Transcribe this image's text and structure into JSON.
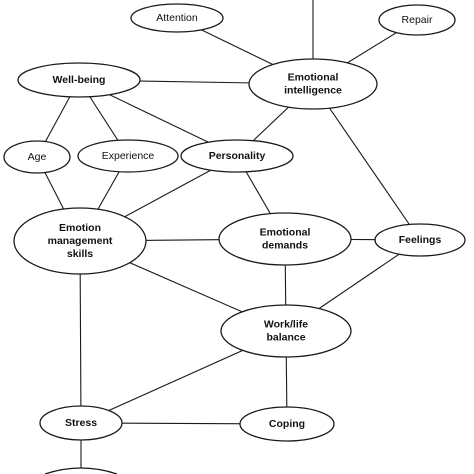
{
  "nodes": [
    {
      "id": "attention",
      "lines": [
        "Attention"
      ]
    },
    {
      "id": "repair",
      "lines": [
        "Repair"
      ]
    },
    {
      "id": "well_being",
      "lines": [
        "Well-being"
      ]
    },
    {
      "id": "emotional_intelligence",
      "lines": [
        "Emotional",
        "intelligence"
      ]
    },
    {
      "id": "age",
      "lines": [
        "Age"
      ]
    },
    {
      "id": "experience",
      "lines": [
        "Experience"
      ]
    },
    {
      "id": "personality",
      "lines": [
        "Personality"
      ]
    },
    {
      "id": "emotion_management_skills",
      "lines": [
        "Emotion",
        "management",
        "skills"
      ]
    },
    {
      "id": "emotional_demands",
      "lines": [
        "Emotional",
        "demands"
      ]
    },
    {
      "id": "feelings",
      "lines": [
        "Feelings"
      ]
    },
    {
      "id": "work_life_balance",
      "lines": [
        "Work/life",
        "balance"
      ]
    },
    {
      "id": "stress",
      "lines": [
        "Stress"
      ]
    },
    {
      "id": "coping",
      "lines": [
        "Coping"
      ]
    }
  ],
  "edges": [
    [
      "attention",
      "emotional_intelligence"
    ],
    [
      "repair",
      "emotional_intelligence"
    ],
    [
      "well_being",
      "emotional_intelligence"
    ],
    [
      "well_being",
      "age"
    ],
    [
      "well_being",
      "experience"
    ],
    [
      "well_being",
      "personality"
    ],
    [
      "emotional_intelligence",
      "personality"
    ],
    [
      "emotional_intelligence",
      "feelings"
    ],
    [
      "age",
      "emotion_management_skills"
    ],
    [
      "experience",
      "emotion_management_skills"
    ],
    [
      "personality",
      "emotion_management_skills"
    ],
    [
      "personality",
      "emotional_demands"
    ],
    [
      "emotion_management_skills",
      "emotional_demands"
    ],
    [
      "emotion_management_skills",
      "work_life_balance"
    ],
    [
      "emotion_management_skills",
      "stress"
    ],
    [
      "emotional_demands",
      "feelings"
    ],
    [
      "emotional_demands",
      "work_life_balance"
    ],
    [
      "feelings",
      "work_life_balance"
    ],
    [
      "work_life_balance",
      "stress"
    ],
    [
      "work_life_balance",
      "coping"
    ],
    [
      "stress",
      "coping"
    ]
  ]
}
